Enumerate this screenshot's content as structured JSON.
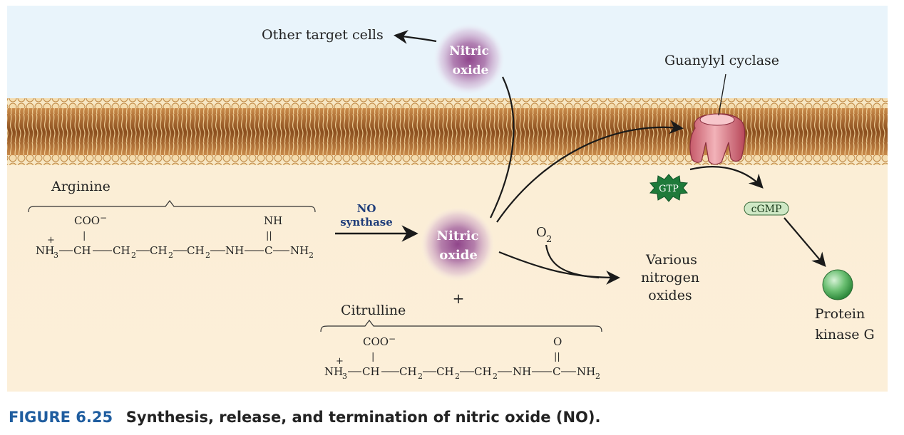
{
  "labels": {
    "other_target_cells": "Other target cells",
    "nitric": "Nitric",
    "oxide": "oxide",
    "guanylyl_cyclase": "Guanylyl cyclase",
    "arginine": "Arginine",
    "no": "NO",
    "synthase": "synthase",
    "o2": "O",
    "o2_sub": "2",
    "various": "Various",
    "nitrogen": "nitrogen",
    "oxides": "oxides",
    "plus": "+",
    "citrulline": "Citrulline",
    "gtp": "GTP",
    "cgmp": "cGMP",
    "protein": "Protein",
    "kinase_g": "kinase G"
  },
  "arginine_structure": {
    "coo": "COO",
    "minus": "−",
    "nh_top": "NH",
    "double_bond": "||",
    "single_bond": "|",
    "plus_charge": "+",
    "nh3": "NH",
    "nh3_sub": "3",
    "ch": "CH",
    "ch2": "CH",
    "ch2_sub": "2",
    "nh": "NH",
    "c": "C",
    "nh2": "NH",
    "nh2_sub": "2"
  },
  "citrulline_structure": {
    "coo": "COO",
    "minus": "−",
    "o_top": "O",
    "double_bond": "||",
    "single_bond": "|",
    "plus_charge": "+",
    "nh3": "NH",
    "nh3_sub": "3",
    "ch": "CH",
    "ch2": "CH",
    "ch2_sub": "2",
    "nh": "NH",
    "c": "C",
    "nh2": "NH",
    "nh2_sub": "2"
  },
  "caption": {
    "number": "FIGURE 6.25",
    "text": "Synthesis, release, and termination of nitric oxide (NO)."
  },
  "colors": {
    "background_top": "#e8f3fb",
    "cytoplasm": "#fbeed8",
    "membrane_head": "#f6e1b8",
    "membrane_tail": "#b87333",
    "no_glow": "#9a5a9a",
    "cyclase": "#e8a0a8",
    "gtp_star": "#1e7a3a",
    "cgmp_fill": "#cfe8c5",
    "pkg": "#5fbf6a",
    "caption_blue": "#1f5d9f",
    "no_synthase_blue": "#1f3d7a"
  }
}
